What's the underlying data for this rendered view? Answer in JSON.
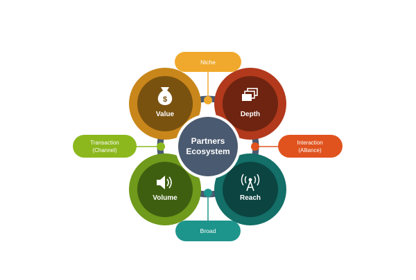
{
  "center": {
    "line1": "Partners",
    "line2": "Ecosystem"
  },
  "quadrants": {
    "value": {
      "label": "Value",
      "icon": "money-bag-icon"
    },
    "depth": {
      "label": "Depth",
      "icon": "stacked-cards-icon"
    },
    "volume": {
      "label": "Volume",
      "icon": "speaker-icon"
    },
    "reach": {
      "label": "Reach",
      "icon": "broadcast-tower-icon"
    }
  },
  "connectors": {
    "niche": {
      "line1": "Niche"
    },
    "interaction": {
      "line1": "Interaction",
      "line2": "(Alliance)"
    },
    "broad": {
      "line1": "Broad"
    },
    "transaction": {
      "line1": "Transaction",
      "line2": "(Channel)"
    }
  },
  "colors": {
    "value": "#c9861a",
    "value_inner": "#7a5210",
    "depth": "#b2391c",
    "depth_inner": "#6e2410",
    "volume": "#6f9a1b",
    "volume_inner": "#3f5f10",
    "reach": "#136f68",
    "reach_inner": "#0b4440",
    "center": "#4a5a70",
    "ring": "#4a5a70",
    "niche": "#f0a92c",
    "interaction": "#e0531e",
    "broad": "#1e958c",
    "transaction": "#8cb81e"
  }
}
